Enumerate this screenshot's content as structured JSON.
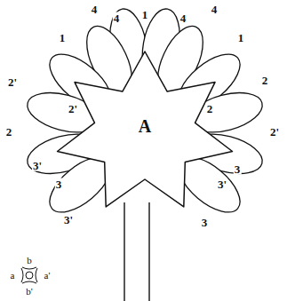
{
  "diagram": {
    "nodes": [
      {
        "text": [
          "A"
        ]
      }
    ],
    "labels": [
      "1",
      "4",
      "4",
      "1",
      "4",
      "4",
      "1",
      "2'",
      "2",
      "2'",
      "2",
      "2'",
      "2",
      "3'",
      "3",
      "3'",
      "3",
      "3'",
      "3",
      "b",
      "a",
      "a'",
      "b'"
    ]
  }
}
